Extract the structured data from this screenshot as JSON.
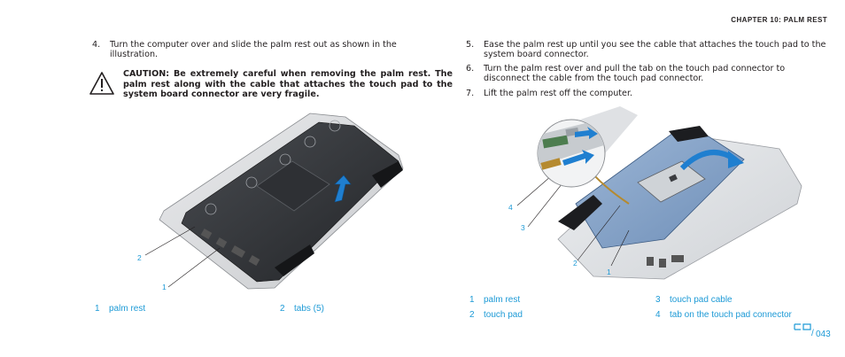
{
  "header": {
    "chapter": "CHAPTER 10: PALM REST"
  },
  "steps_left": [
    {
      "num": "4.",
      "text": "Turn the computer over and slide the palm rest out as shown in the illustration."
    }
  ],
  "caution": {
    "icon": "warning-triangle-icon",
    "text": "CAUTION: Be extremely careful when removing the palm rest. The palm rest along with the cable that attaches the touch pad to the system board connector are very fragile."
  },
  "steps_right": [
    {
      "num": "5.",
      "text": "Ease the palm rest up until you see the cable that attaches the touch pad to the system board connector."
    },
    {
      "num": "6.",
      "text": "Turn the palm rest over and pull the tab on the touch pad connector to disconnect the cable from the touch pad connector."
    },
    {
      "num": "7.",
      "text": "Lift the palm rest off the computer."
    }
  ],
  "figure_left": {
    "callouts": [
      "2",
      "1"
    ],
    "legend": [
      {
        "num": "1",
        "label": "palm rest"
      },
      {
        "num": "2",
        "label": "tabs (5)"
      }
    ]
  },
  "figure_right": {
    "callouts": [
      "4",
      "3",
      "2",
      "1"
    ],
    "legend": [
      {
        "num": "1",
        "label": "palm rest"
      },
      {
        "num": "2",
        "label": "touch pad"
      },
      {
        "num": "3",
        "label": "touch pad cable"
      },
      {
        "num": "4",
        "label": "tab on the touch pad connector"
      }
    ]
  },
  "footer": {
    "page": "043",
    "accent_color": "#1d9ad6"
  }
}
